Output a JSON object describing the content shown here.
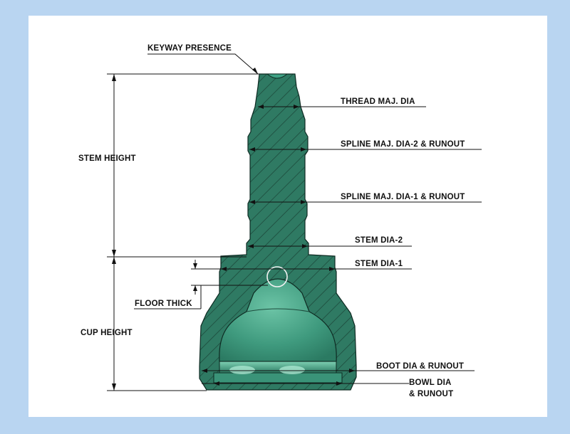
{
  "labels": {
    "keyway_presence": "KEYWAY PRESENCE",
    "thread_maj_dia": "THREAD MAJ. DIA",
    "spline_maj_dia_2": "SPLINE MAJ. DIA-2 & RUNOUT",
    "stem_height": "STEM HEIGHT",
    "spline_maj_dia_1": "SPLINE MAJ. DIA-1 & RUNOUT",
    "stem_dia_2": "STEM DIA-2",
    "stem_dia_1": "STEM DIA-1",
    "floor_thick": "FLOOR THICK",
    "cup_height": "CUP HEIGHT",
    "boot_dia_runout": "BOOT DIA & RUNOUT",
    "bowl_dia_line1": "BOWL DIA",
    "bowl_dia_line2": "& RUNOUT"
  },
  "colors": {
    "background": "#b9d5f1",
    "panel": "#ffffff",
    "part_fill": "#2f7a63",
    "hatch": "#1d4a3c",
    "bowl_fill": "#4aa58a"
  }
}
